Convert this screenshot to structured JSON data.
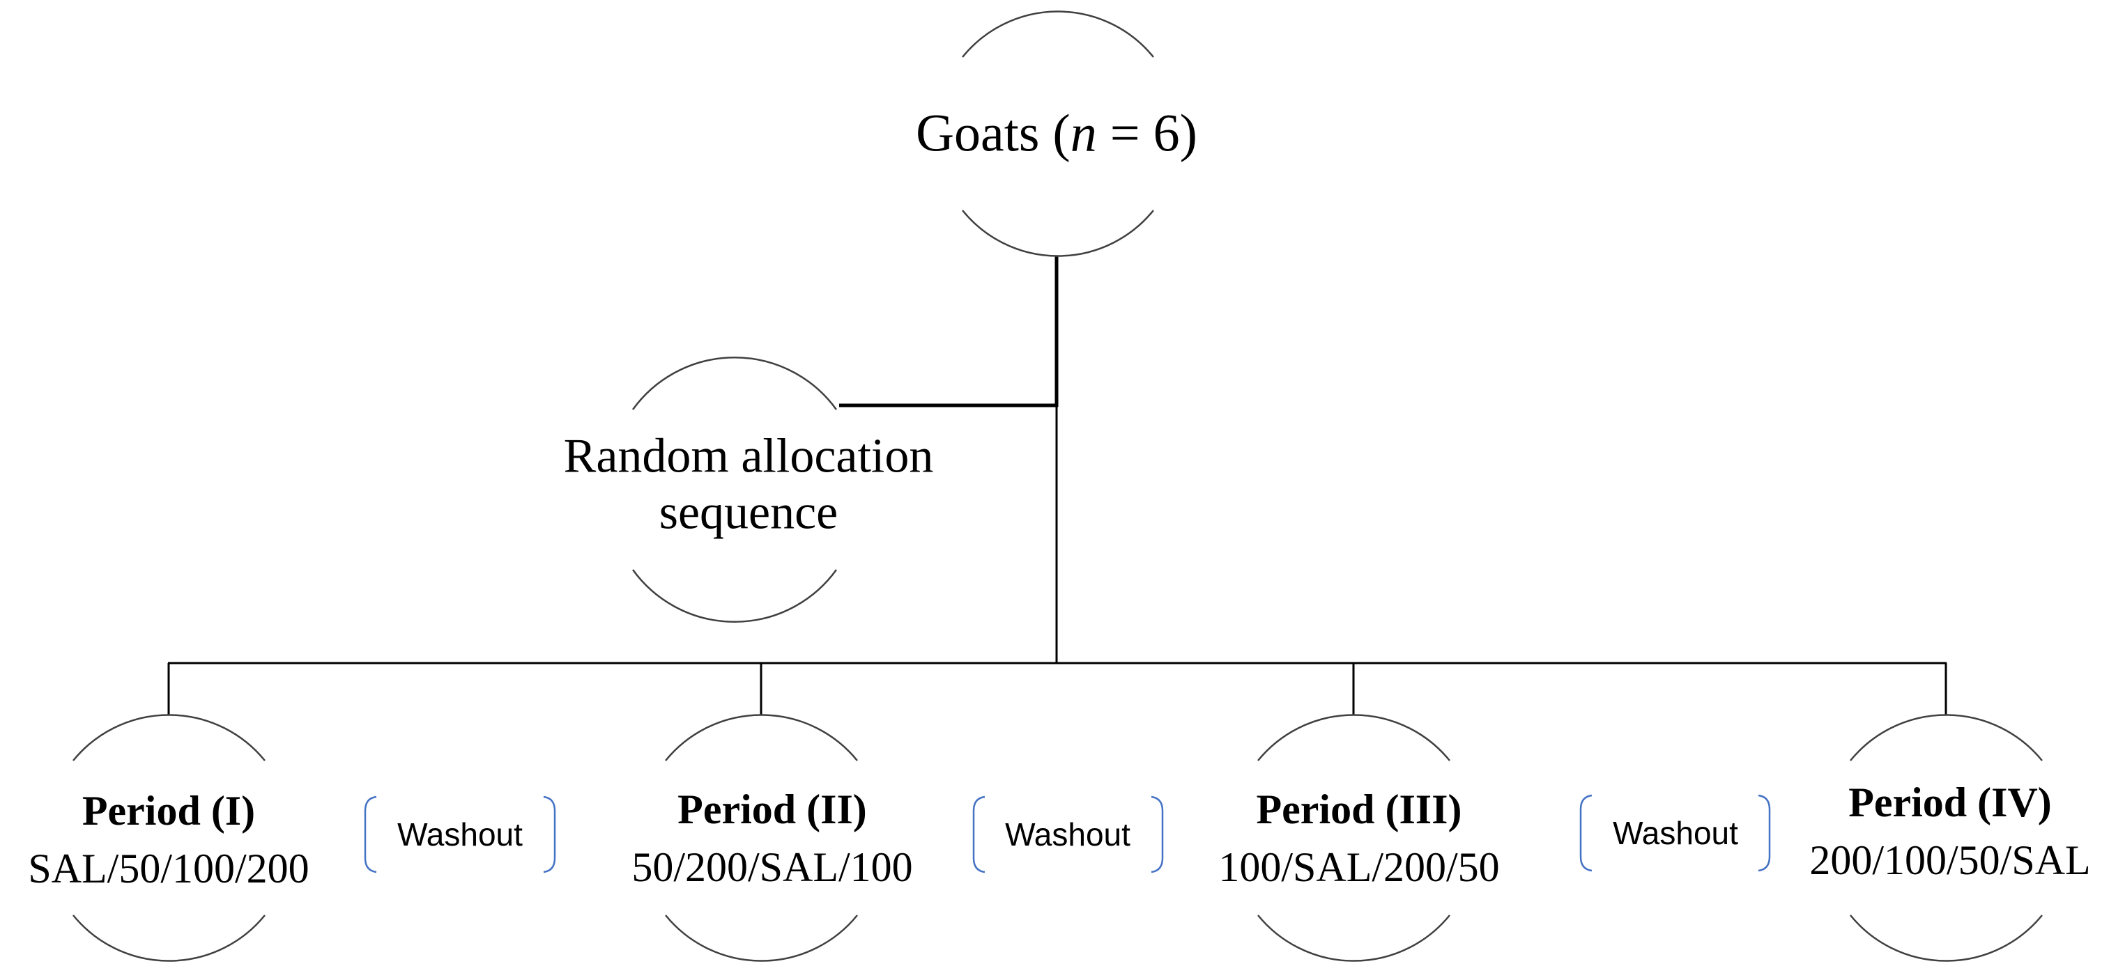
{
  "root": {
    "prefix": "Goats (",
    "italic": "n",
    "suffix": " = 6)"
  },
  "random": {
    "line1": "Random allocation",
    "line2": "sequence"
  },
  "periods": [
    {
      "title": "Period (I)",
      "sequence": "SAL/50/100/200"
    },
    {
      "title": "Period (II)",
      "sequence": "50/200/SAL/100"
    },
    {
      "title": "Period (III)",
      "sequence": "100/SAL/200/50"
    },
    {
      "title": "Period (IV)",
      "sequence": "200/100/50/SAL"
    }
  ],
  "washouts": [
    "Washout",
    "Washout",
    "Washout"
  ],
  "colors": {
    "line": "#000000",
    "arc": "#404040",
    "bracket": "#4472c4"
  }
}
